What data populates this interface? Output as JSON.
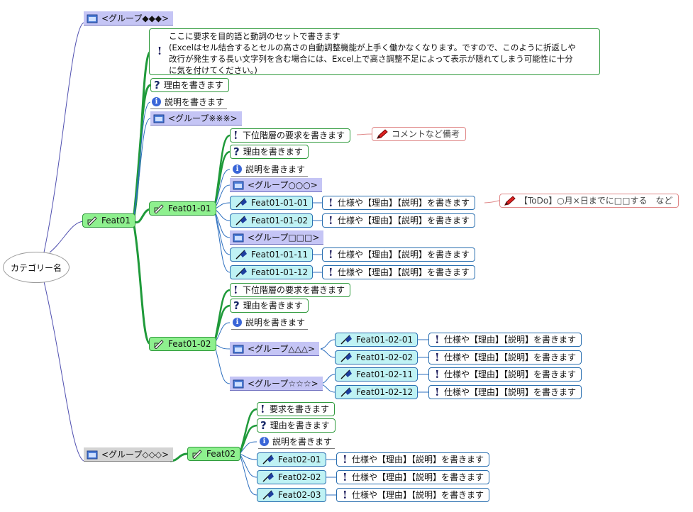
{
  "root": "カテゴリー名",
  "groups": {
    "g1": "<グループ◆◆◆>",
    "g2": "<グループ※※※>",
    "g3": "<グループ○○○>",
    "g4": "<グループ□□□>",
    "g5": "<グループ△△△>",
    "g6": "<グループ☆☆☆>",
    "g7": "<グループ◇◇◇>"
  },
  "features": {
    "f01": "Feat01",
    "f0101": "Feat01-01",
    "f0102": "Feat01-02",
    "f02": "Feat02"
  },
  "subfeatures": {
    "s010101": "Feat01-01-01",
    "s010102": "Feat01-01-02",
    "s010111": "Feat01-01-11",
    "s010112": "Feat01-01-12",
    "s010201": "Feat01-02-01",
    "s010202": "Feat01-02-02",
    "s010211": "Feat01-02-11",
    "s010212": "Feat01-02-12",
    "s0201": "Feat02-01",
    "s0202": "Feat02-02",
    "s0203": "Feat02-03"
  },
  "texts": {
    "big": "ここに要求を目的語と動詞のセットで書きます\n(Excelはセル結合するとセルの高さの自動調整機能が上手く働かなくなります。ですので、このように折返しや\n改行が発生する長い文字列を含む場合には、Excel上で高さ調整不足によって表示が隠れてしまう可能性に十分\nに気を付けてください。)",
    "reason": "理由を書きます",
    "explain": "説明を書きます",
    "lower_req": "下位階層の要求を書きます",
    "spec": "仕様や【理由】【説明】を書きます",
    "req": "要求を書きます",
    "comment": "コメントなど備考",
    "todo": "【ToDo】○月×日までに□□する　など"
  },
  "colors": {
    "feature_fill": "#8ef08e",
    "subfeature_fill": "#bff2f4",
    "group_fill": "#c5c5f5",
    "green_line": "#1f9a3a",
    "blue_line": "#2d6fbf",
    "purple_line": "#5050b0"
  },
  "icons": {
    "group": "folder-icon",
    "feature": "pencil-flag-icon",
    "requirement": "exclamation-icon",
    "reason": "question-icon",
    "explanation": "info-icon",
    "memo": "pen-icon"
  }
}
